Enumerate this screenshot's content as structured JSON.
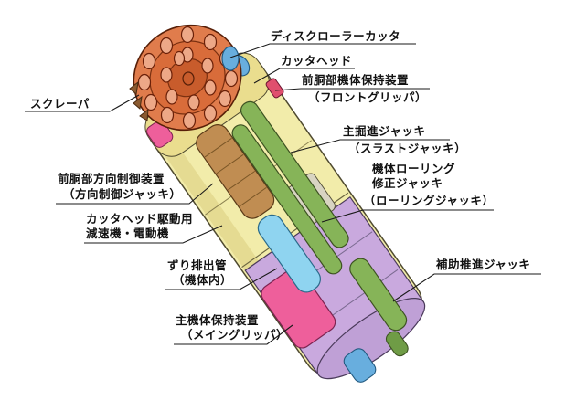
{
  "diagram": {
    "labels": [
      {
        "id": "disc-roller-cutter",
        "lines": [
          "ディスクローラーカッタ"
        ]
      },
      {
        "id": "cutter-head",
        "lines": [
          "カッタヘッド"
        ]
      },
      {
        "id": "front-body-gripper",
        "lines": [
          "前胴部機体保持装置",
          "（フロントグリッパ）"
        ]
      },
      {
        "id": "scraper",
        "lines": [
          "スクレーパ"
        ]
      },
      {
        "id": "main-thrust-jack",
        "lines": [
          "主掘進ジャッキ",
          "（スラストジャッキ）"
        ]
      },
      {
        "id": "rolling-correction-jack",
        "lines": [
          "機体ローリング",
          "修正ジャッキ",
          "（ローリングジャッキ）"
        ]
      },
      {
        "id": "front-direction-control",
        "lines": [
          "前胴部方向制御装置",
          "（方向制御ジャッキ）"
        ]
      },
      {
        "id": "cutter-head-drive",
        "lines": [
          "カッタヘッド駆動用",
          "減速機・電動機"
        ]
      },
      {
        "id": "muck-discharge-pipe",
        "lines": [
          "ずり排出管",
          "（機体内）"
        ]
      },
      {
        "id": "auxiliary-thrust-jack",
        "lines": [
          "補助推進ジャッキ"
        ]
      },
      {
        "id": "main-body-gripper",
        "lines": [
          "主機体保持装置",
          "（メイングリッパ）"
        ]
      }
    ],
    "colors": {
      "body": "#f2ecaa",
      "body_front": "#eadd8e",
      "rear_body": "#c9a9de",
      "rear_cap": "#bfa0d6",
      "gripper": "#ee5f9b",
      "jack": "#86b458",
      "drive": "#c08d52",
      "pipe": "#8fd4f0",
      "cutter": "#e07c4c",
      "cutter_inner": "#d96c3a",
      "disc": "#eda887",
      "blue_part": "#68aede",
      "marker": "#e04f6e",
      "leader": "#1a1a1a"
    }
  }
}
